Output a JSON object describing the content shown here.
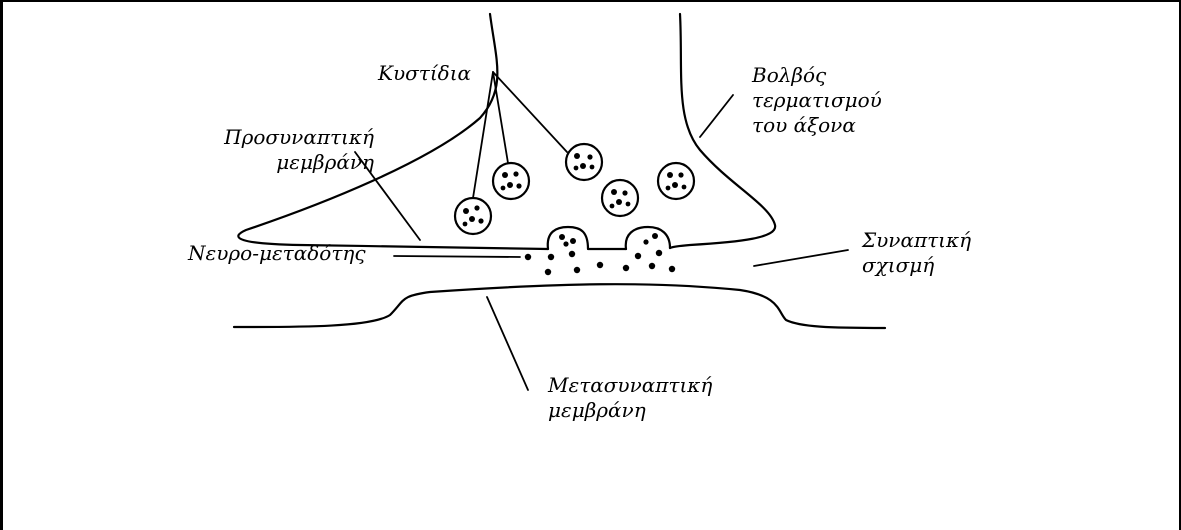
{
  "labels": {
    "vesicles": "Κυστίδια",
    "terminal_bulb": [
      "Βολβός",
      "τερματισμού",
      "του άξονα"
    ],
    "presynaptic": [
      "Προσυναπτική",
      "μεμβράνη"
    ],
    "neurotransmitter": "Νευρο-μεταδότης",
    "synaptic_cleft": [
      "Συναπτική",
      "σχισμή"
    ],
    "postsynaptic": [
      "Μετασυναπτική",
      "μεμβράνη"
    ]
  },
  "colors": {
    "ink": "#000000",
    "background": "#ffffff"
  }
}
